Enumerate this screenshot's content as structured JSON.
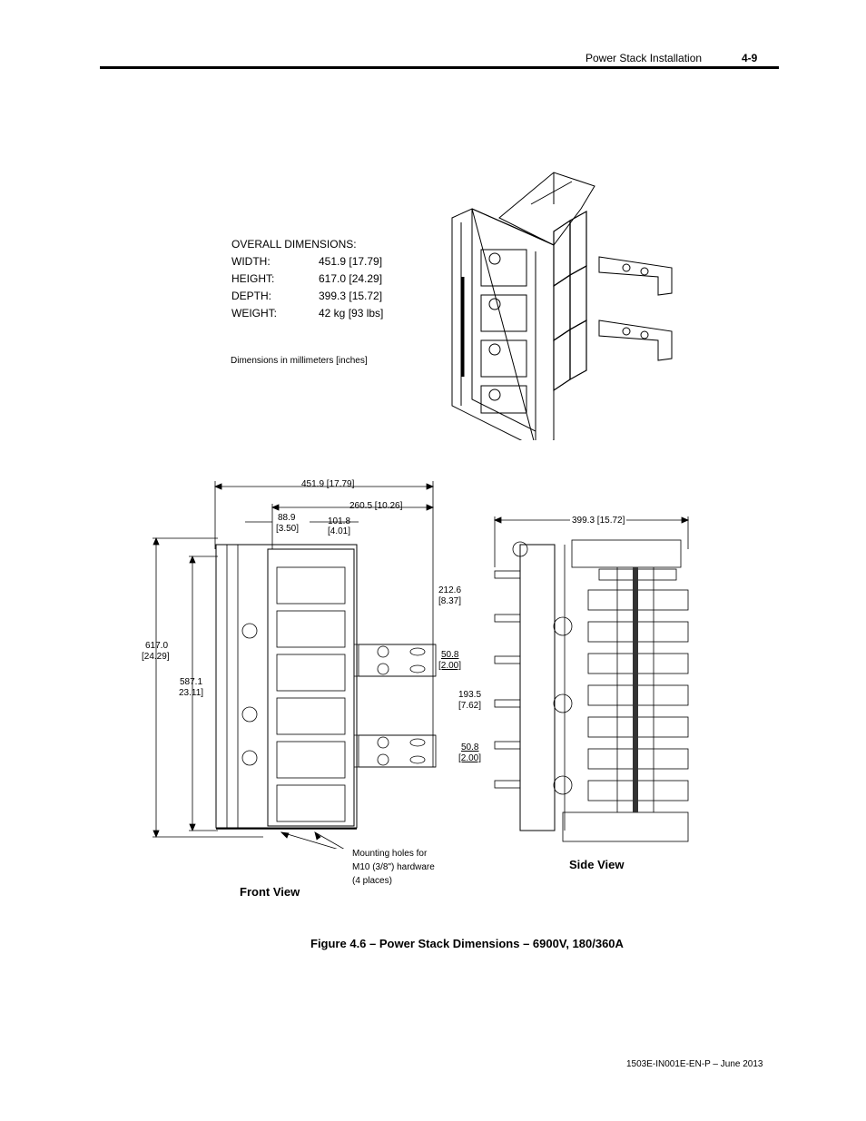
{
  "header": {
    "section": "Power Stack Installation",
    "page": "4-9"
  },
  "overall": {
    "title": "OVERALL DIMENSIONS:",
    "rows": [
      {
        "label": "WIDTH:",
        "value": "451.9 [17.79]"
      },
      {
        "label": "HEIGHT:",
        "value": "617.0 [24.29]"
      },
      {
        "label": "DEPTH:",
        "value": "399.3 [15.72]"
      },
      {
        "label": "WEIGHT:",
        "value": "42 kg [93 lbs]"
      }
    ],
    "units_note": "Dimensions in millimeters [inches]"
  },
  "front_view": {
    "label": "Front View",
    "dims": {
      "width": "451.9 [17.79]",
      "offset": "260.5 [10.26]",
      "d88a": "88.9",
      "d88b": "[3.50]",
      "d101a": "101.8",
      "d101b": "[4.01]",
      "h617a": "617.0",
      "h617b": "[24.29]",
      "h587a": "587.1",
      "h587b": "23.11]",
      "d212a": "212.6",
      "d212b": "[8.37]",
      "d50a": "50.8",
      "d50b": "[2.00]",
      "d193a": "193.5",
      "d193b": "[7.62]",
      "d50c": "50.8",
      "d50d": "[2.00]"
    },
    "mounting": [
      "Mounting holes for",
      "M10 (3/8\") hardware",
      "(4 places)"
    ]
  },
  "side_view": {
    "label": "Side View",
    "depth": "399.3 [15.72]"
  },
  "caption": "Figure 4.6 – Power Stack Dimensions – 6900V, 180/360A",
  "footer": "1503E-IN001E-EN-P – June 2013"
}
